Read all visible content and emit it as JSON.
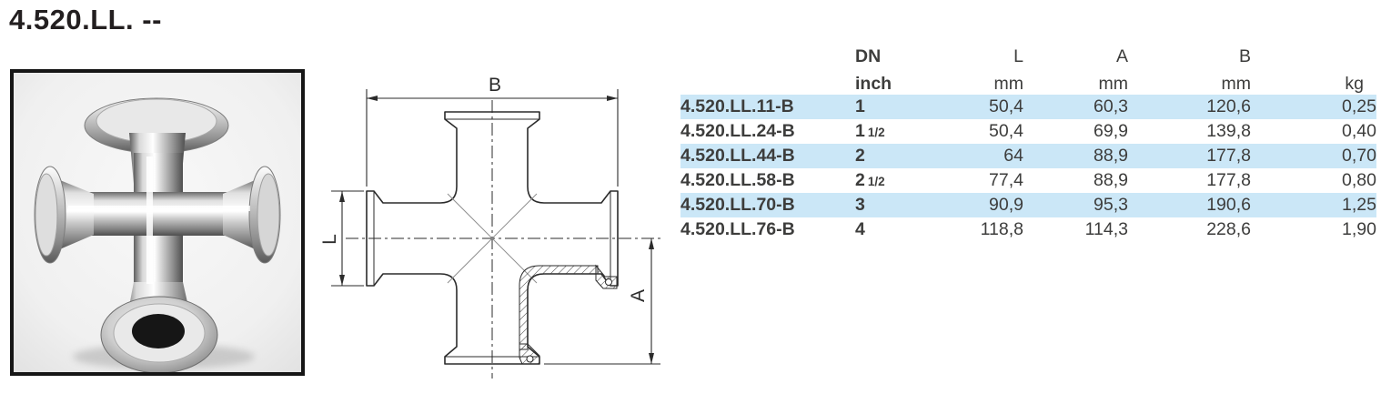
{
  "page": {
    "title": "4.520.LL. --"
  },
  "colors": {
    "row_stripe": "#cbe7f7",
    "text_dark": "#1d1d1b",
    "text_body": "#3d3d3c"
  },
  "drawing": {
    "dim_top": "B",
    "dim_left": "L",
    "dim_right": "A"
  },
  "table": {
    "header": {
      "cols": [
        {
          "l1": "",
          "l2": ""
        },
        {
          "l1": "DN",
          "l2": "inch"
        },
        {
          "l1": "L",
          "l2": "mm"
        },
        {
          "l1": "A",
          "l2": "mm"
        },
        {
          "l1": "B",
          "l2": "mm"
        },
        {
          "l1": "",
          "l2": "kg"
        }
      ]
    },
    "rows": [
      {
        "part": "4.520.LL.11-B",
        "dn": "1",
        "dn_frac": "",
        "l": "50,4",
        "a": "60,3",
        "b": "120,6",
        "kg": "0,25"
      },
      {
        "part": "4.520.LL.24-B",
        "dn": "1",
        "dn_frac": "1/2",
        "l": "50,4",
        "a": "69,9",
        "b": "139,8",
        "kg": "0,40"
      },
      {
        "part": "4.520.LL.44-B",
        "dn": "2",
        "dn_frac": "",
        "l": "64",
        "a": "88,9",
        "b": "177,8",
        "kg": "0,70"
      },
      {
        "part": "4.520.LL.58-B",
        "dn": "2",
        "dn_frac": "1/2",
        "l": "77,4",
        "a": "88,9",
        "b": "177,8",
        "kg": "0,80"
      },
      {
        "part": "4.520.LL.70-B",
        "dn": "3",
        "dn_frac": "",
        "l": "90,9",
        "a": "95,3",
        "b": "190,6",
        "kg": "1,25"
      },
      {
        "part": "4.520.LL.76-B",
        "dn": "4",
        "dn_frac": "",
        "l": "118,8",
        "a": "114,3",
        "b": "228,6",
        "kg": "1,90"
      }
    ]
  }
}
